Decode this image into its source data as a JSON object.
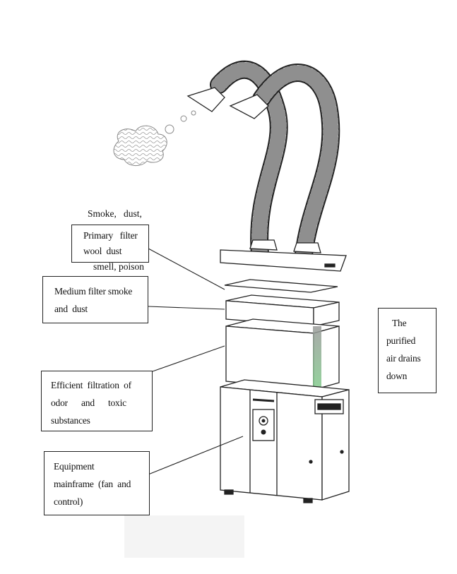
{
  "diagram": {
    "smoke_caption": [
      "Smoke,   dust,",
      "smell, poison"
    ],
    "callouts": {
      "primary_filter": [
        "Primary   filter",
        "wool  dust"
      ],
      "medium_filter": [
        "Medium filter smoke",
        "and  dust"
      ],
      "efficient_filtration": [
        "Efficient  filtration  of",
        "odor      and      toxic",
        "substances"
      ],
      "mainframe": [
        "Equipment",
        "mainframe  (fan  and",
        "control)"
      ],
      "purified_air": [
        "The",
        "purified",
        "air drains",
        "down"
      ]
    },
    "colors": {
      "line": "#222222",
      "flow_green": "#7fcf8a",
      "flow_gray": "#9a9a9a"
    },
    "icons": [
      "smoke-cloud-icon",
      "control-knob-icon"
    ]
  }
}
